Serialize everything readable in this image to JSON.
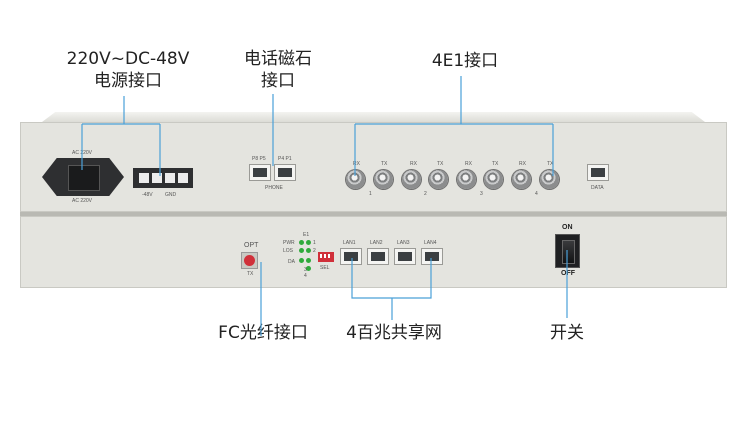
{
  "callouts": {
    "power_line1": "220V~DC-48V",
    "power_line2": "电源接口",
    "phone_line1": "电话磁石",
    "phone_line2": "接口",
    "e1": "4E1接口",
    "fc": "FC光纤接口",
    "lan": "4百兆共享网",
    "switch": "开关"
  },
  "top_panel": {
    "ac_label": "AC 220V",
    "ac_label_bottom": "AC 220V",
    "dc_neg": "-48V",
    "dc_gnd": "GND",
    "phone_ports": [
      "P8 P5",
      "P4 P1"
    ],
    "phone_label": "PHONE",
    "e1_port_labels": [
      "RX",
      "TX",
      "RX",
      "TX",
      "RX",
      "TX",
      "RX",
      "TX"
    ],
    "e1_group_numbers": [
      "1",
      "2",
      "3",
      "4"
    ],
    "data_label": "DATA"
  },
  "bottom_panel": {
    "opt_label": "OPT",
    "tx_label": "TX",
    "led_labels": [
      "PWR",
      "LOS",
      "DA"
    ],
    "e_labels": [
      "E1",
      "1",
      "2",
      "3",
      "4"
    ],
    "sel_label": "SEL",
    "lan_labels": [
      "LAN1",
      "LAN2",
      "LAN3",
      "LAN4"
    ],
    "switch_on": "ON",
    "switch_off": "OFF"
  },
  "colors": {
    "panel": "#e4e4df",
    "callout_line": "#4aa0d8",
    "led": "#2faa3c",
    "fiber_cap": "#d0303a"
  }
}
